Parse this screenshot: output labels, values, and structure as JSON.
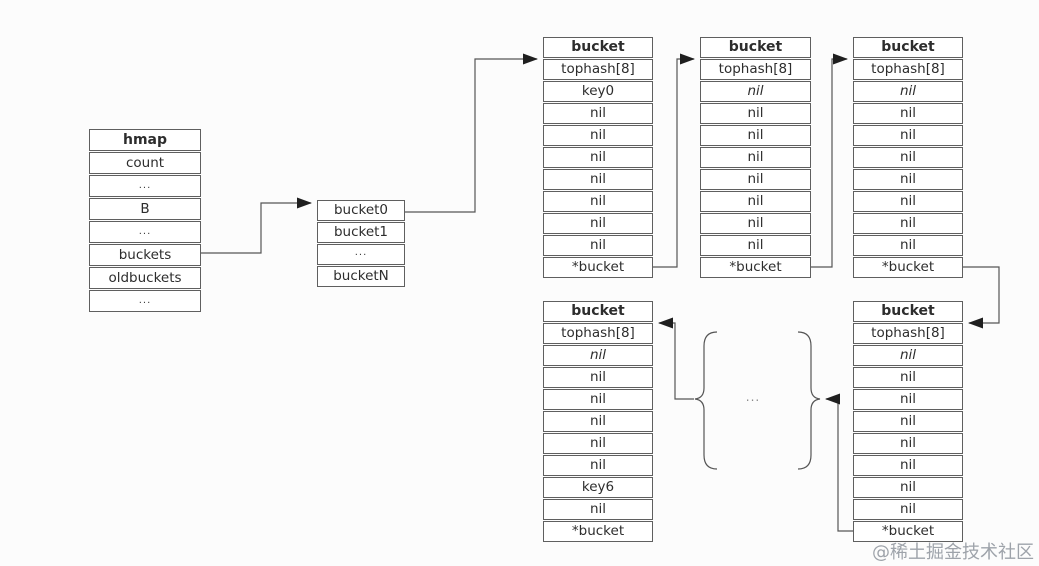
{
  "diagram_title": "go hmap buckets overflow chain diagram",
  "colors": {
    "line": "#555555",
    "arrowhead": "#1f1f1f",
    "cell_border": "#5f5f5f",
    "cell_background": "#ffffff",
    "text": "#2d2d2d",
    "page_background": "#fcfcfc",
    "watermark": "#9ea3aa"
  },
  "tables": [
    {
      "id": "hmap",
      "header": "hmap",
      "rows": [
        "count",
        "...",
        "B",
        "...",
        "buckets",
        "oldbuckets",
        "..."
      ]
    },
    {
      "id": "bucket-list",
      "header": null,
      "rows": [
        "bucket0",
        "bucket1",
        "...",
        "bucketN"
      ]
    },
    {
      "id": "bucket-top-1",
      "header": "bucket",
      "rows": [
        "tophash[8]",
        "key0",
        "nil",
        "nil",
        "nil",
        "nil",
        "nil",
        "nil",
        "nil",
        "*bucket"
      ]
    },
    {
      "id": "bucket-top-2",
      "header": "bucket",
      "rows": [
        "tophash[8]",
        {
          "text": "nil",
          "italic": true
        },
        "nil",
        "nil",
        "nil",
        "nil",
        "nil",
        "nil",
        "nil",
        "*bucket"
      ]
    },
    {
      "id": "bucket-top-3",
      "header": "bucket",
      "rows": [
        "tophash[8]",
        {
          "text": "nil",
          "italic": true
        },
        "nil",
        "nil",
        "nil",
        "nil",
        "nil",
        "nil",
        "nil",
        "*bucket"
      ]
    },
    {
      "id": "bucket-bottom-left",
      "header": "bucket",
      "rows": [
        "tophash[8]",
        {
          "text": "nil",
          "italic": true
        },
        "nil",
        "nil",
        "nil",
        "nil",
        "nil",
        "key6",
        "nil",
        "*bucket"
      ]
    },
    {
      "id": "bucket-bottom-right",
      "header": "bucket",
      "rows": [
        "tophash[8]",
        {
          "text": "nil",
          "italic": true
        },
        "nil",
        "nil",
        "nil",
        "nil",
        "nil",
        "nil",
        "nil",
        "*bucket"
      ]
    }
  ],
  "mid_ellipsis": "...",
  "watermark": "@稀土掘金技术社区"
}
